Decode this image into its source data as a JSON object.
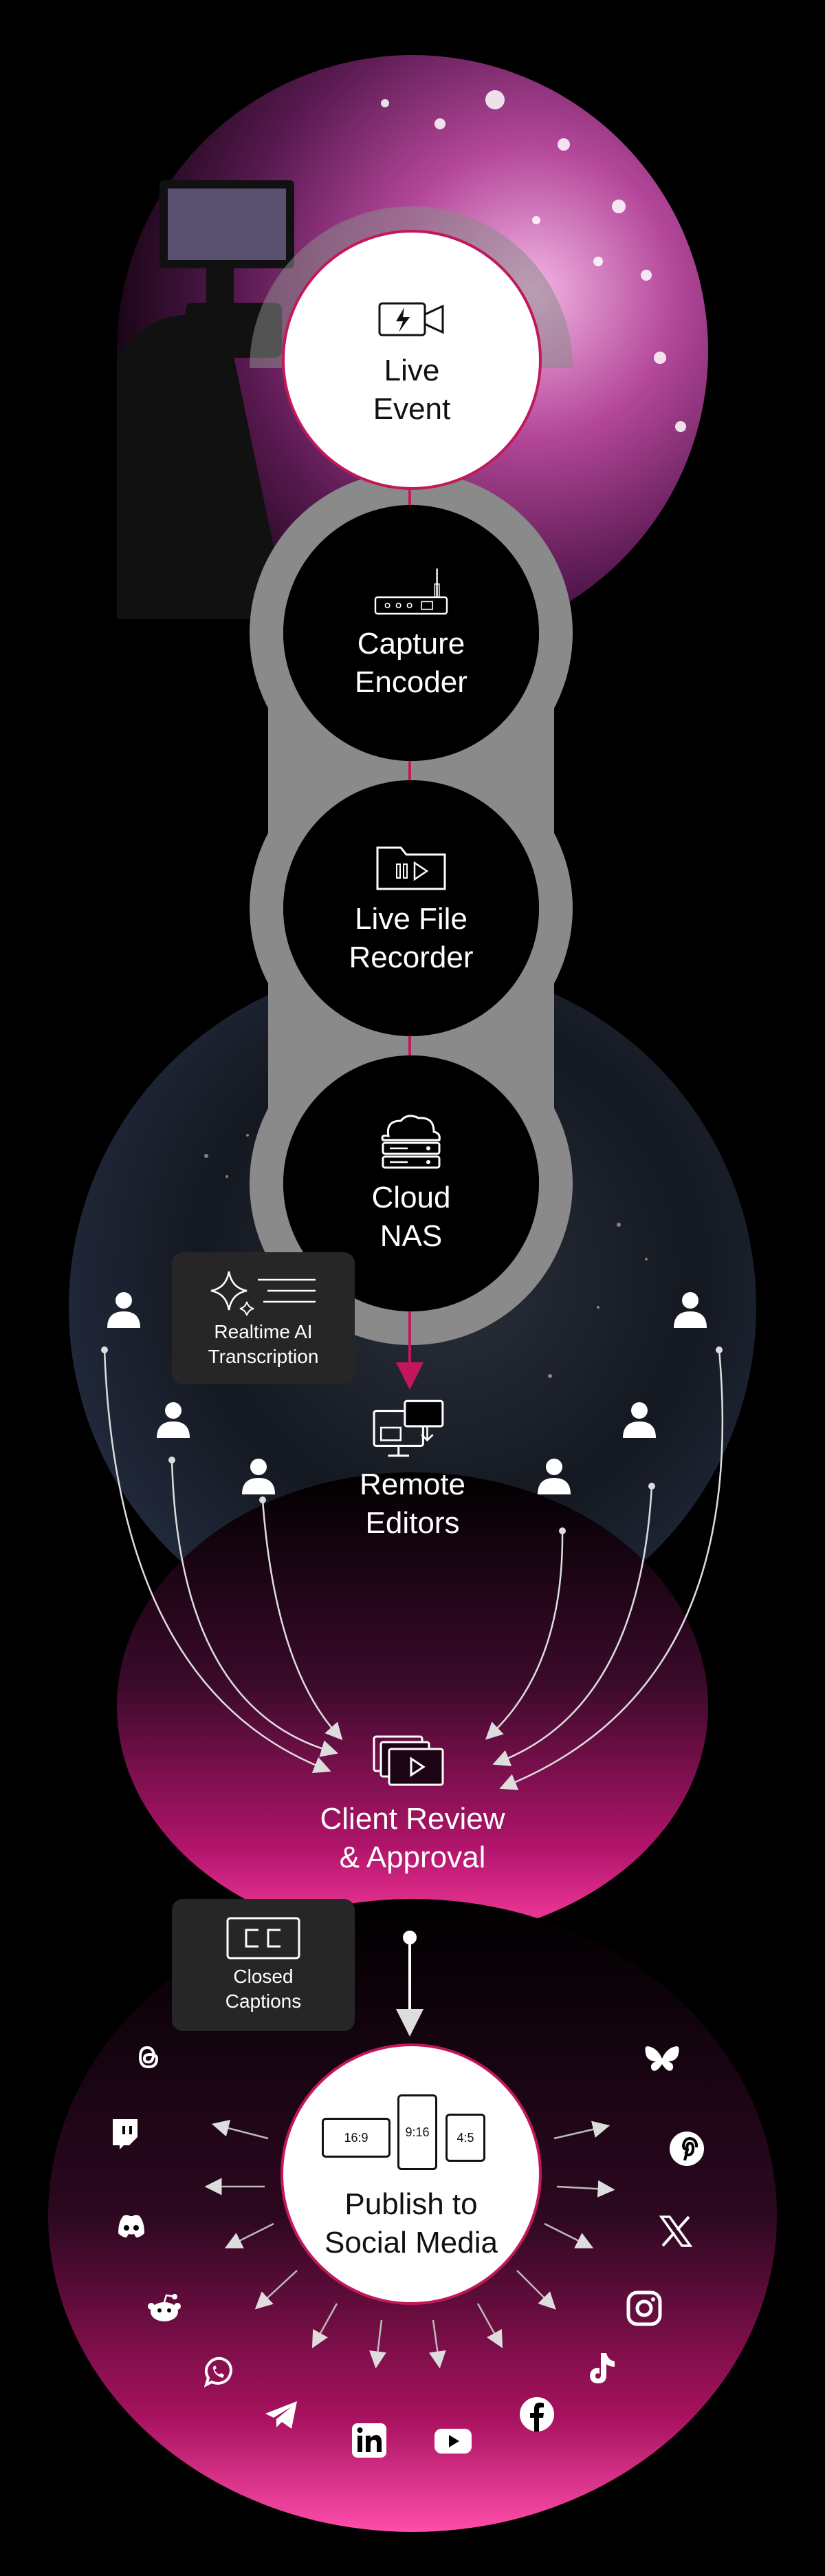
{
  "nodes": {
    "live_event": "Live\nEvent",
    "capture_encoder": "Capture\nEncoder",
    "live_file_recorder": "Live File\nRecorder",
    "cloud_nas": "Cloud\nNAS",
    "remote_editors": "Remote\nEditors",
    "client_review": "Client Review\n& Approval",
    "publish": "Publish to\nSocial Media"
  },
  "badges": {
    "transcription": "Realtime AI\nTranscription",
    "captions": "Closed\nCaptions"
  },
  "aspect_ratios": [
    "16:9",
    "9:16",
    "4:5"
  ],
  "social_icons": [
    "threads-icon",
    "twitch-icon",
    "discord-icon",
    "reddit-icon",
    "whatsapp-icon",
    "telegram-icon",
    "linkedin-icon",
    "youtube-icon",
    "facebook-icon",
    "tiktok-icon",
    "instagram-icon",
    "x-icon",
    "pinterest-icon",
    "bluesky-icon"
  ],
  "colors": {
    "accent": "#c2185b",
    "magenta_glow": "#e91e8c",
    "ring_gray": "#8a8a8a",
    "badge_bg": "#262626"
  }
}
